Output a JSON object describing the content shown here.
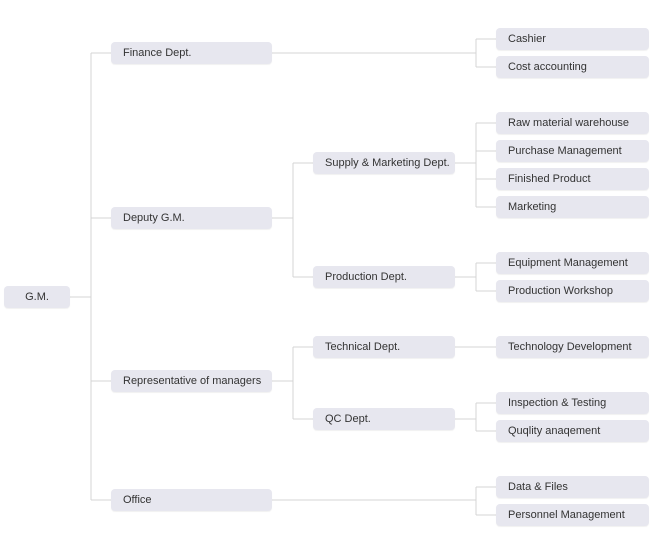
{
  "chart": {
    "root": "G.M.",
    "level1": {
      "finance": "Finance Dept.",
      "deputy": "Deputy G.M.",
      "representative": "Representative of managers",
      "office": "Office"
    },
    "level2": {
      "supply": "Supply & Marketing Dept.",
      "production": "Production Dept.",
      "technical": "Technical Dept.",
      "qc": "QC Dept."
    },
    "leaves": {
      "cashier": "Cashier",
      "cost_accounting": "Cost accounting",
      "raw_material": "Raw material warehouse",
      "purchase": "Purchase Management",
      "finished_product": "Finished Product",
      "marketing": "Marketing",
      "equipment": "Equipment Management",
      "workshop": "Production Workshop",
      "tech_dev": "Technology Development",
      "inspection": "Inspection & Testing",
      "quality": "Quqlity anaqement",
      "data_files": "Data & Files",
      "personnel": "Personnel Management"
    },
    "colors": {
      "node_fill": "#e7e7ef",
      "connector": "#d4d4d4",
      "text": "#333333"
    }
  }
}
